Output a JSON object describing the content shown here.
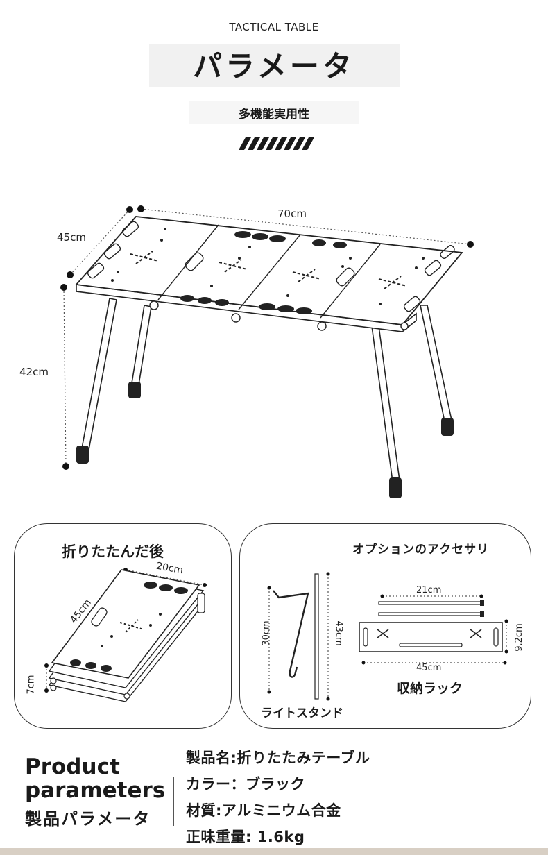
{
  "header": {
    "eyebrow": "TACTICAL TABLE",
    "title": "パラメータ",
    "subtitle": "多機能実用性"
  },
  "main_figure": {
    "width_label": "70cm",
    "depth_label": "45cm",
    "height_label": "42cm"
  },
  "folded_panel": {
    "title": "折りたたんだ後",
    "width_label": "20cm",
    "length_label": "45cm",
    "thickness_label": "7cm"
  },
  "accessories_panel": {
    "title": "オプションのアクセサリ",
    "light_stand": {
      "label": "ライトスタンド",
      "hook_height_label": "30cm",
      "pole_height_label": "43cm"
    },
    "storage_rack": {
      "label": "収納ラック",
      "rod_length_label": "21cm",
      "rack_length_label": "45cm",
      "rack_height_label": "9.2cm"
    }
  },
  "product_parameters": {
    "heading_en": "Product parameters",
    "heading_ja": "製品パラメータ",
    "specs": [
      "製品名:折りたたみテーブル",
      "カラー：ブラック",
      "材質:アルミニウム合金",
      "正味重量: 1.6kg"
    ]
  }
}
